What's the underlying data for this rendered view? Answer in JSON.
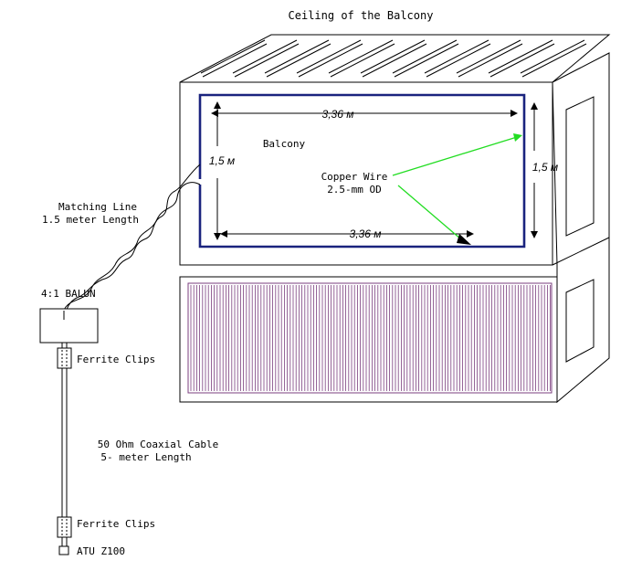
{
  "title": "Ceiling of the Balcony",
  "labels": {
    "balcony": "Balcony",
    "copper_wire_line1": "Copper Wire",
    "copper_wire_line2": "2.5-mm OD",
    "matching_line_line1": "Matching Line",
    "matching_line_line2": "1.5 meter Length",
    "balun": "4:1 BALUN",
    "ferrite_top": "Ferrite Clips",
    "coax_line1": "50 Ohm Coaxial Cable",
    "coax_line2": "5- meter Length",
    "ferrite_bottom": "Ferrite Clips",
    "atu": "ATU Z100"
  },
  "dimensions": {
    "width_top": "3,36 м",
    "width_bottom": "3,36 м",
    "height_left": "1,5 м",
    "height_right": "1,5 м"
  },
  "colors": {
    "loop_wire": "#1a237e",
    "copper_arrow": "#22dd22",
    "grille": "#7b3f7f",
    "outline": "#000000"
  }
}
